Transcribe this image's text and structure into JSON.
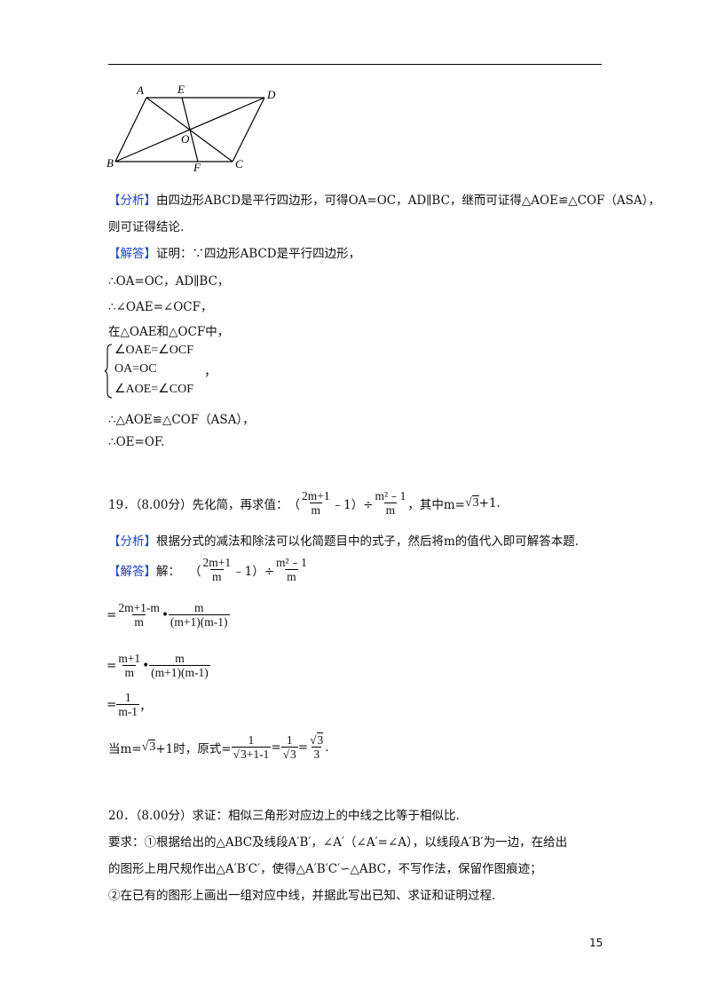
{
  "figure": {
    "labels": {
      "A": "A",
      "E": "E",
      "D": "D",
      "O": "O",
      "B": "B",
      "F": "F",
      "C": "C"
    }
  },
  "q18": {
    "analysis_tag": "【分析】",
    "analysis_line1": "由四边形ABCD是平行四边形，可得OA=OC，AD∥BC，继而可证得△AOE≌△COF（ASA），",
    "analysis_line2": "则可证得结论.",
    "answer_tag": "【解答】",
    "answer_intro": "证明：∵四边形ABCD是平行四边形，",
    "step1": "∴OA=OC，AD∥BC，",
    "step2": "∴∠OAE=∠OCF，",
    "step3": "在△OAE和△OCF中，",
    "system": [
      "∠OAE=∠OCF",
      "OA=OC",
      "∠AOE=∠COF"
    ],
    "system_tail": "，",
    "step4": "∴△AOE≌△COF（ASA），",
    "step5": "∴OE=OF."
  },
  "q19": {
    "number": "19．（8.00分）先化简，再求值：",
    "paren_open": "（",
    "frac1_num": "2m+1",
    "frac1_den": "m",
    "minus_one": "﹣1）÷",
    "frac2_num": "m²﹣1",
    "frac2_den": "m",
    "where": "，其中m=",
    "sqrt_arg": "3",
    "plus_one": "+1.",
    "analysis_tag": "【分析】",
    "analysis": "根据分式的减法和除法可以化简题目中的式子，然后将m的值代入即可解答本题.",
    "answer_tag": "【解答】",
    "answer_prefix": "解：",
    "line1_frac1_num": "2m+1-m",
    "line1_frac1_den": "m",
    "line1_frac2_num": "m",
    "line1_frac2_den": "(m+1)(m-1)",
    "line2_frac1_num": "m+1",
    "line2_frac1_den": "m",
    "line2_frac2_num": "m",
    "line2_frac2_den": "(m+1)(m-1)",
    "line3_num": "1",
    "line3_den": "m-1",
    "line3_tail": "，",
    "when_prefix": "当m=",
    "when_sqrt": "3",
    "when_mid": "+1时，原式=",
    "eval1_num": "1",
    "eval1_den_tail": "+1-1",
    "eval2_num": "1",
    "eval3_num_sqrt": "3",
    "eval3_den": "3",
    "end": "."
  },
  "q20": {
    "line1": "20．（8.00分）求证：相似三角形对应边上的中线之比等于相似比.",
    "line2": "要求：①根据给出的△ABC及线段A′B′，∠A′（∠A′=∠A），以线段A′B′为一边，在给出",
    "line3": "的图形上用尺规作出△A′B′C′，使得△A′B′C′∽△ABC，不写作法，保留作图痕迹；",
    "line4": "②在已有的图形上画出一组对应中线，并据此写出已知、求证和证明过程."
  },
  "footer": {
    "page_number": "15"
  }
}
